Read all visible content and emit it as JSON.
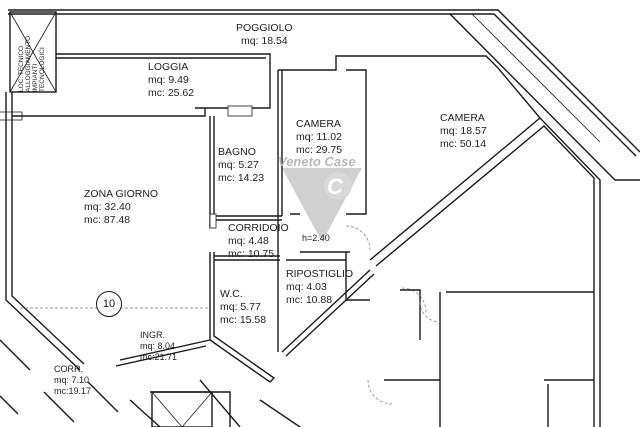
{
  "watermark": {
    "text": "Veneto Case",
    "letter": "C",
    "color": "#b0b0b0"
  },
  "room_marker": "10",
  "tech_room": {
    "lines": [
      "LOC. TECNICO",
      "ALLOGGIAMENTO",
      "IMPIANTI",
      "TECNOLOGICI"
    ]
  },
  "rooms": {
    "poggiolo": {
      "name": "POGGIOLO",
      "mq": "mq: 18.54"
    },
    "loggia": {
      "name": "LOGGIA",
      "mq": "mq:  9.49",
      "mc": "mc: 25.62"
    },
    "camera1": {
      "name": "CAMERA",
      "mq": "mq: 11.02",
      "mc": "mc: 29.75"
    },
    "camera2": {
      "name": "CAMERA",
      "mq": "mq: 18.57",
      "mc": "mc: 50.14"
    },
    "bagno": {
      "name": "BAGNO",
      "mq": "mq:  5.27",
      "mc": "mc: 14.23"
    },
    "zona": {
      "name": "ZONA GIORNO",
      "mq": "mq: 32.40",
      "mc": "mc: 87.48"
    },
    "corridoio": {
      "name": "CORRIDOIO",
      "mq": "mq:  4.48",
      "mc": "mc: 10.75",
      "h": "h=2.40"
    },
    "ripostiglio": {
      "name": "RIPOSTIGLIO",
      "mq": "mq:  4.03",
      "mc": "mc: 10.88"
    },
    "wc": {
      "name": "W.C.",
      "mq": "mq:  5.77",
      "mc": "mc: 15.58"
    },
    "ingr": {
      "name": "INGR.",
      "mq": "mq: 8.04",
      "mc": "mc:21.71"
    },
    "corr": {
      "name": "CORR.",
      "mq": "mq:  7.10",
      "mc": "mc:19.17"
    }
  }
}
